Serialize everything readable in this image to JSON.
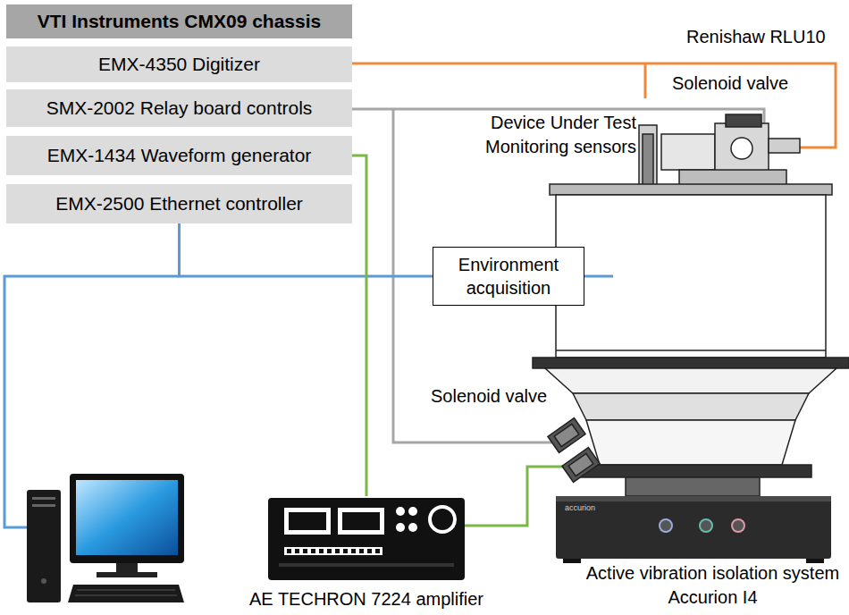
{
  "diagram": {
    "nodes": [
      {
        "text": [
          "VTI Instruments CMX09 chassis"
        ]
      },
      {
        "text": [
          "EMX-4350 Digitizer"
        ],
        "in": 0
      },
      {
        "text": [
          "SMX-2002 Relay board controls"
        ],
        "in": 0
      },
      {
        "text": [
          "EMX-1434 Waveform generator"
        ],
        "in": 0
      },
      {
        "text": [
          "EMX-2500 Ethernet controller"
        ],
        "in": 0
      },
      {
        "text": [
          "Environment acquisition"
        ]
      },
      {
        "text": [
          "AE TECHRON 7224 amplifier"
        ]
      }
    ],
    "edges": [
      {
        "from": 4,
        "to": 5,
        "arrow": "none"
      },
      {
        "from": 3,
        "to": 6,
        "arrow": "none"
      }
    ],
    "labels": [
      "Renishaw RLU10",
      "Solenoid valve",
      "Device Under Test Monitoring sensors",
      "Solenoid valve",
      "Active vibration isolation system Accurion I4",
      "accurion"
    ]
  }
}
